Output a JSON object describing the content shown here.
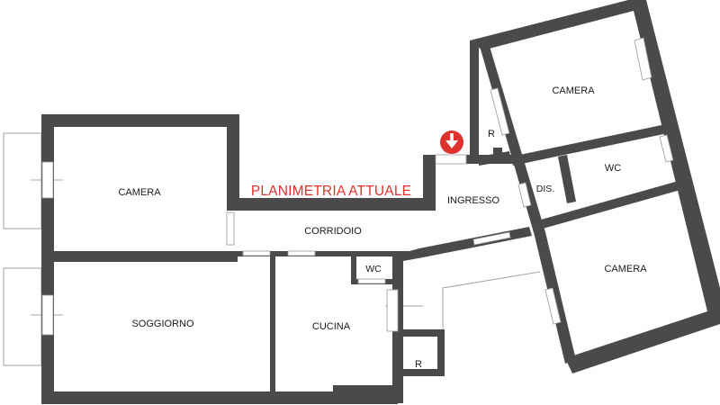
{
  "plan": {
    "title": "PLANIMETRIA ATTUALE",
    "accent_color": "#e0322d",
    "wall_color": "#4a4a4a",
    "entrance_icon": "arrow-down-icon",
    "rooms": {
      "camera_left": "CAMERA",
      "soggiorno": "SOGGIORNO",
      "corridoio": "CORRIDOIO",
      "cucina": "CUCINA",
      "wc_small": "WC",
      "ripostiglio_bottom": "R",
      "ingresso": "INGRESSO",
      "ripostiglio_top": "R",
      "camera_top_right": "CAMERA",
      "disimpegno": "DIS.",
      "wc_right": "WC",
      "camera_bottom_right": "CAMERA"
    }
  }
}
